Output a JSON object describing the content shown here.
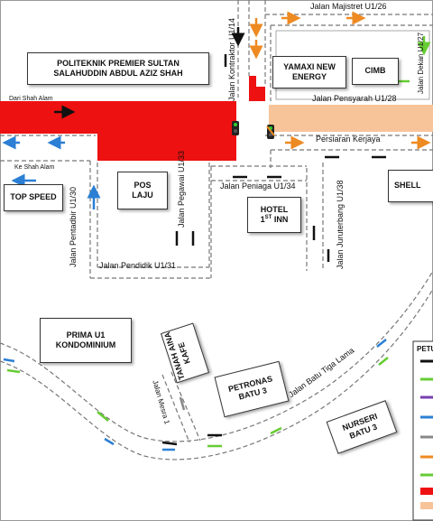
{
  "buildings": {
    "politeknik": "POLITEKNIK PREMIER SULTAN SALAHUDDIN ABDUL AZIZ SHAH",
    "yamaxi": "YAMAXI NEW ENERGY",
    "cimb": "CIMB",
    "top_speed": "TOP SPEED",
    "pos_laju": "POS LAJU",
    "hotel_line1": "HOTEL",
    "hotel_line2": "1",
    "hotel_sup": "ST",
    "hotel_line3": " INN",
    "shell": "SHELL",
    "prima": "PRIMA U1 KONDOMINIUM",
    "tanah_aina": "TANAH AINA KAFE",
    "petronas": "PETRONAS BATU 3",
    "nurseri": "NURSERI BATU 3"
  },
  "roads": {
    "majistret": "Jalan Majistret U1/26",
    "kontraktor": "Jalan Kontraktor U1/14",
    "dekan": "Jalan Dekan U1/27",
    "pensyarah": "Jalan Pensyarah U1/28",
    "persiaran": "Persiaran Kerjaya",
    "dari_shah_alam": "Dari Shah Alam",
    "ke_shah_alam": "Ke Shah Alam",
    "pentadbir": "Jalan Pentadbir U1/30",
    "pegawai": "Jalan Pegawai U1/33",
    "peniaga": "Jalan Peniaga U1/34",
    "jurutera": "Jalan Juruterbang U1/38",
    "pendidik": "Jalan Pendidik U1/31",
    "mesra": "Jalan Mesra 1",
    "batu_tiga": "Jalan Batu Tiga Lama"
  },
  "legend": {
    "title": "PETU"
  },
  "colors": {
    "closed_road": "#ee1111",
    "alt_zone": "#f7c49a",
    "arrow_black": "#111111",
    "arrow_green": "#66cc33",
    "arrow_purple": "#7a3fb0",
    "arrow_blue": "#2b7fd4",
    "arrow_grey": "#888888",
    "arrow_orange": "#ee8a22",
    "dash_grey": "#777777"
  }
}
